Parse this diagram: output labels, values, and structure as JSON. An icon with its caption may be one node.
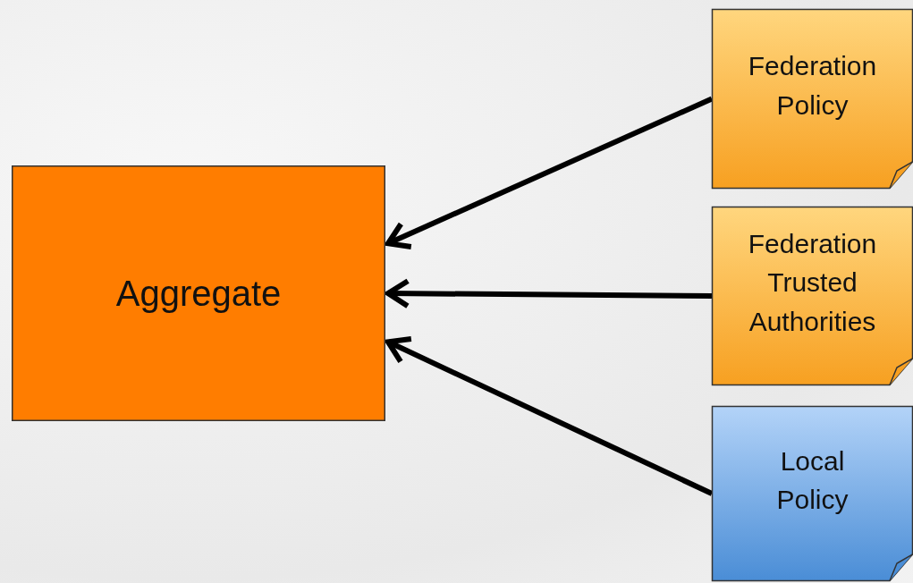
{
  "diagram": {
    "nodes": [
      {
        "text": [
          "Aggregate"
        ]
      },
      {
        "text": [
          "Federation Policy"
        ]
      },
      {
        "text": [
          "Federation Trusted Authorities"
        ]
      },
      {
        "text": [
          "Local Policy"
        ]
      }
    ],
    "edges": [
      {
        "from": 1,
        "to": 0,
        "arrow": "to"
      },
      {
        "from": 2,
        "to": 0,
        "arrow": "to"
      },
      {
        "from": 3,
        "to": 0,
        "arrow": "to"
      }
    ]
  }
}
